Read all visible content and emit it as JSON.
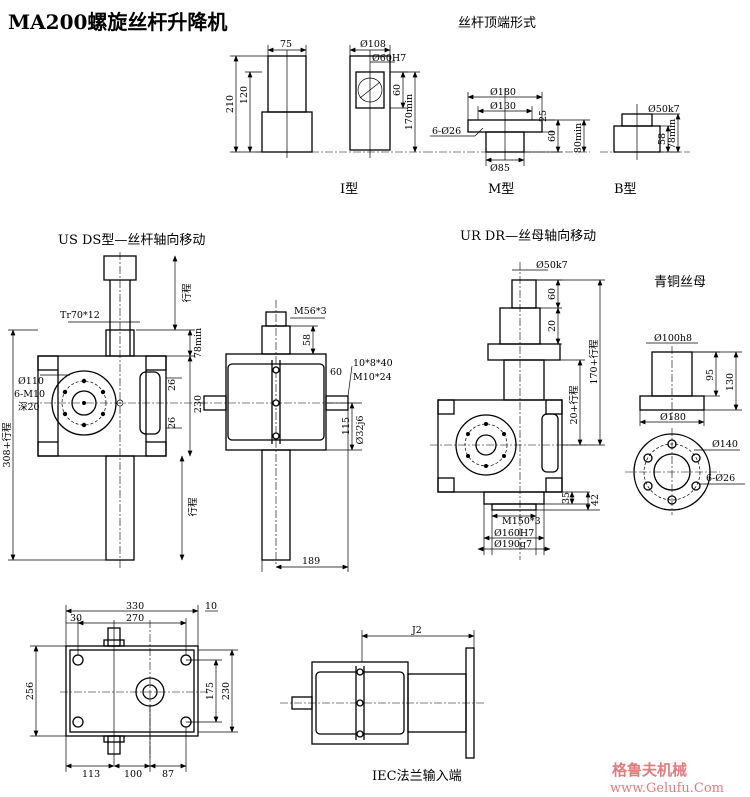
{
  "title": "MA200螺旋丝杆升降机",
  "views": {
    "top_end_forms": {
      "heading": "丝杆顶端形式",
      "type_i": {
        "label": "I型",
        "dims": [
          "75",
          "Ø108",
          "Ø60H7",
          "60",
          "120",
          "210",
          "170min"
        ]
      },
      "type_m": {
        "label": "M型",
        "dims": [
          "Ø180",
          "Ø130",
          "25",
          "6-Ø26",
          "60",
          "80min",
          "Ø85"
        ]
      },
      "type_b": {
        "label": "B型",
        "dims": [
          "Ø50k7",
          "58",
          "78min"
        ]
      }
    },
    "us_ds": {
      "heading": "US  DS型—丝杆轴向移动",
      "front_dims": [
        "Tr70*12",
        "行程",
        "78min",
        "Ø110",
        "6-M10",
        "深20",
        "26",
        "230",
        "26",
        "308+行程",
        "行程"
      ],
      "side_dims": [
        "M56*3",
        "58",
        "60",
        "10*8*40",
        "M10*24",
        "115",
        "Ø32j6",
        "189"
      ]
    },
    "ur_dr": {
      "heading": "UR DR—丝母轴向移动",
      "dims": [
        "Ø50k7",
        "60",
        "20",
        "170+行程",
        "20+行程",
        "35",
        "42",
        "M150*3",
        "Ø160H7",
        "Ø190g7"
      ]
    },
    "bronze_nut": {
      "heading": "青铜丝母",
      "dims": [
        "Ø100h8",
        "95",
        "130",
        "Ø180",
        "Ø140",
        "6-Ø26"
      ]
    },
    "plan": {
      "dims": [
        "330",
        "10",
        "30",
        "270",
        "256",
        "175",
        "230",
        "113",
        "100",
        "87"
      ]
    },
    "iec": {
      "heading": "IEC法兰输入端",
      "dims": [
        "J2"
      ]
    }
  },
  "watermark": {
    "brand": "格鲁夫机械",
    "url": "www.Gelufu.Com"
  }
}
